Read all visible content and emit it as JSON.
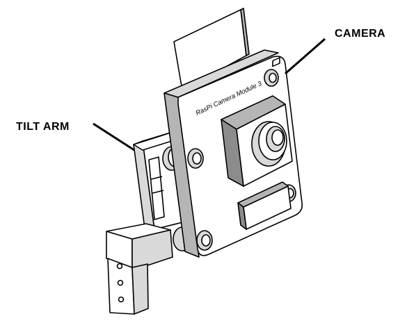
{
  "labels": {
    "camera": "CAMERA",
    "tilt_arm": "TILT ARM"
  },
  "board_print": "RasPi Camera Module 3",
  "colors": {
    "line": "#000000",
    "fill": "#ffffff",
    "shade_light": "#d9d9d9",
    "shade_mid": "#b5b5b5",
    "shade_dark": "#8c8c8c"
  }
}
